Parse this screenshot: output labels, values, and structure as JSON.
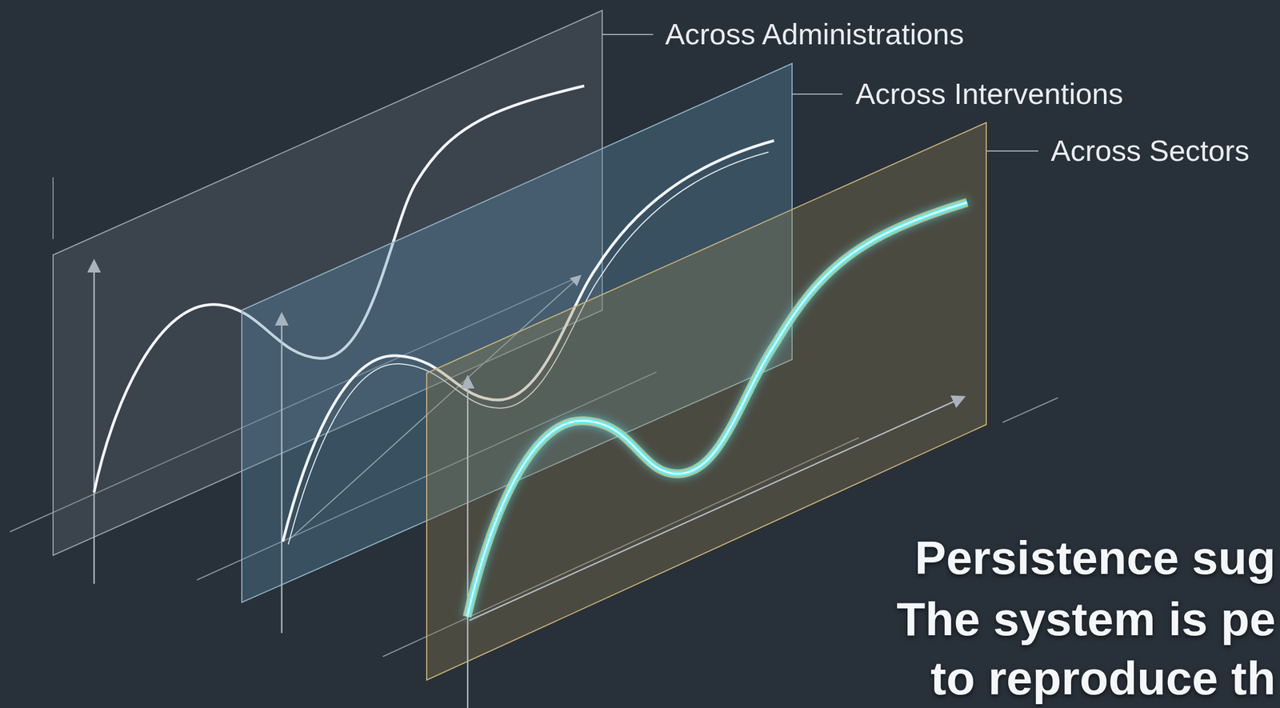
{
  "diagram": {
    "labels": [
      "Across Administrations",
      "Across Interventions",
      "Across Sectors",
      "Persistence sug",
      "The system is pe",
      "to reproduce th"
    ]
  }
}
